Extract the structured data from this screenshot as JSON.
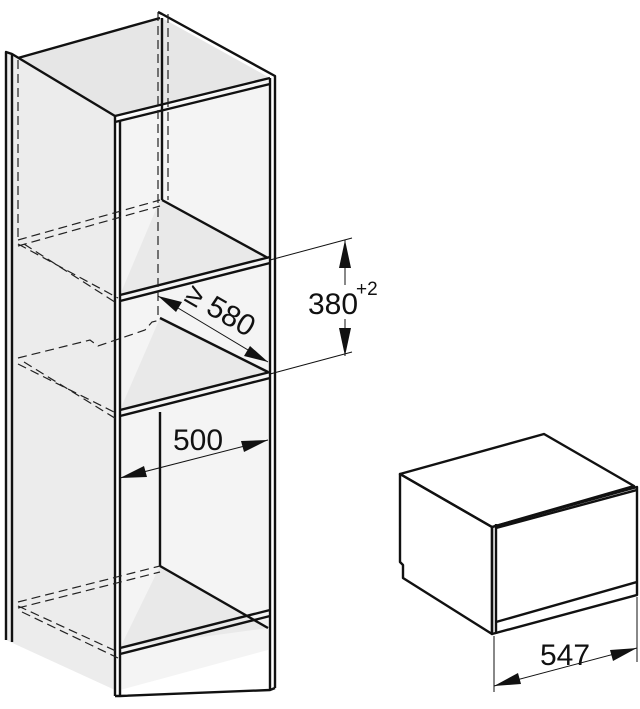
{
  "diagram": {
    "dimensions": {
      "niche_height": "380",
      "niche_height_tolerance": "+2",
      "niche_depth": "≥ 580",
      "niche_width": "500",
      "appliance_depth": "547"
    },
    "colors": {
      "panel_fill": "#ececec",
      "line": "#111111"
    }
  }
}
